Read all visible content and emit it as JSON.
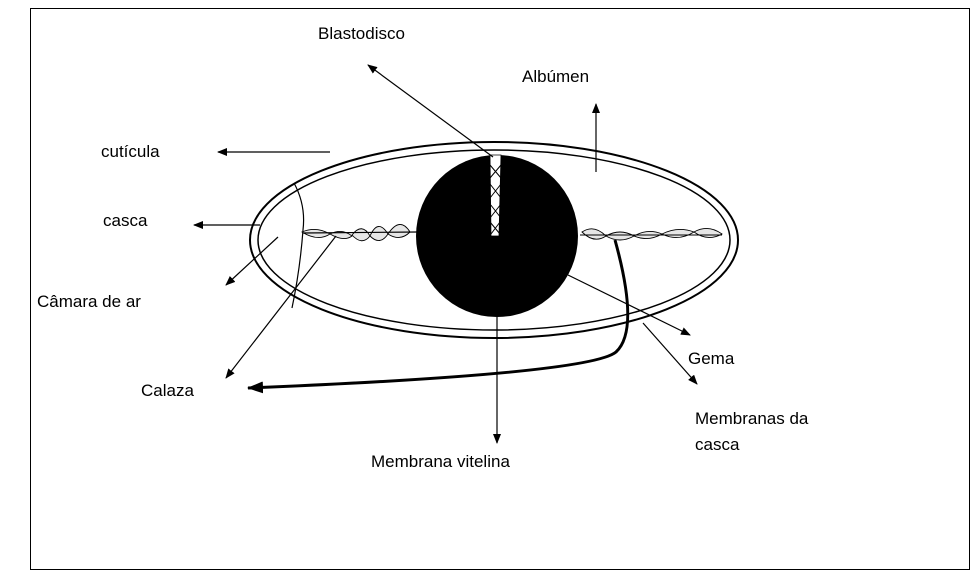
{
  "labels": {
    "blastodisco": "Blastodisco",
    "albumen": "Albúmen",
    "cuticula": "cutícula",
    "casca": "casca",
    "camara_de_ar": "Câmara de ar",
    "calaza": "Calaza",
    "gema": "Gema",
    "membranas_da_casca_line1": "Membranas da",
    "membranas_da_casca_line2": "casca",
    "membrana_vitelina": "Membrana vitelina"
  }
}
